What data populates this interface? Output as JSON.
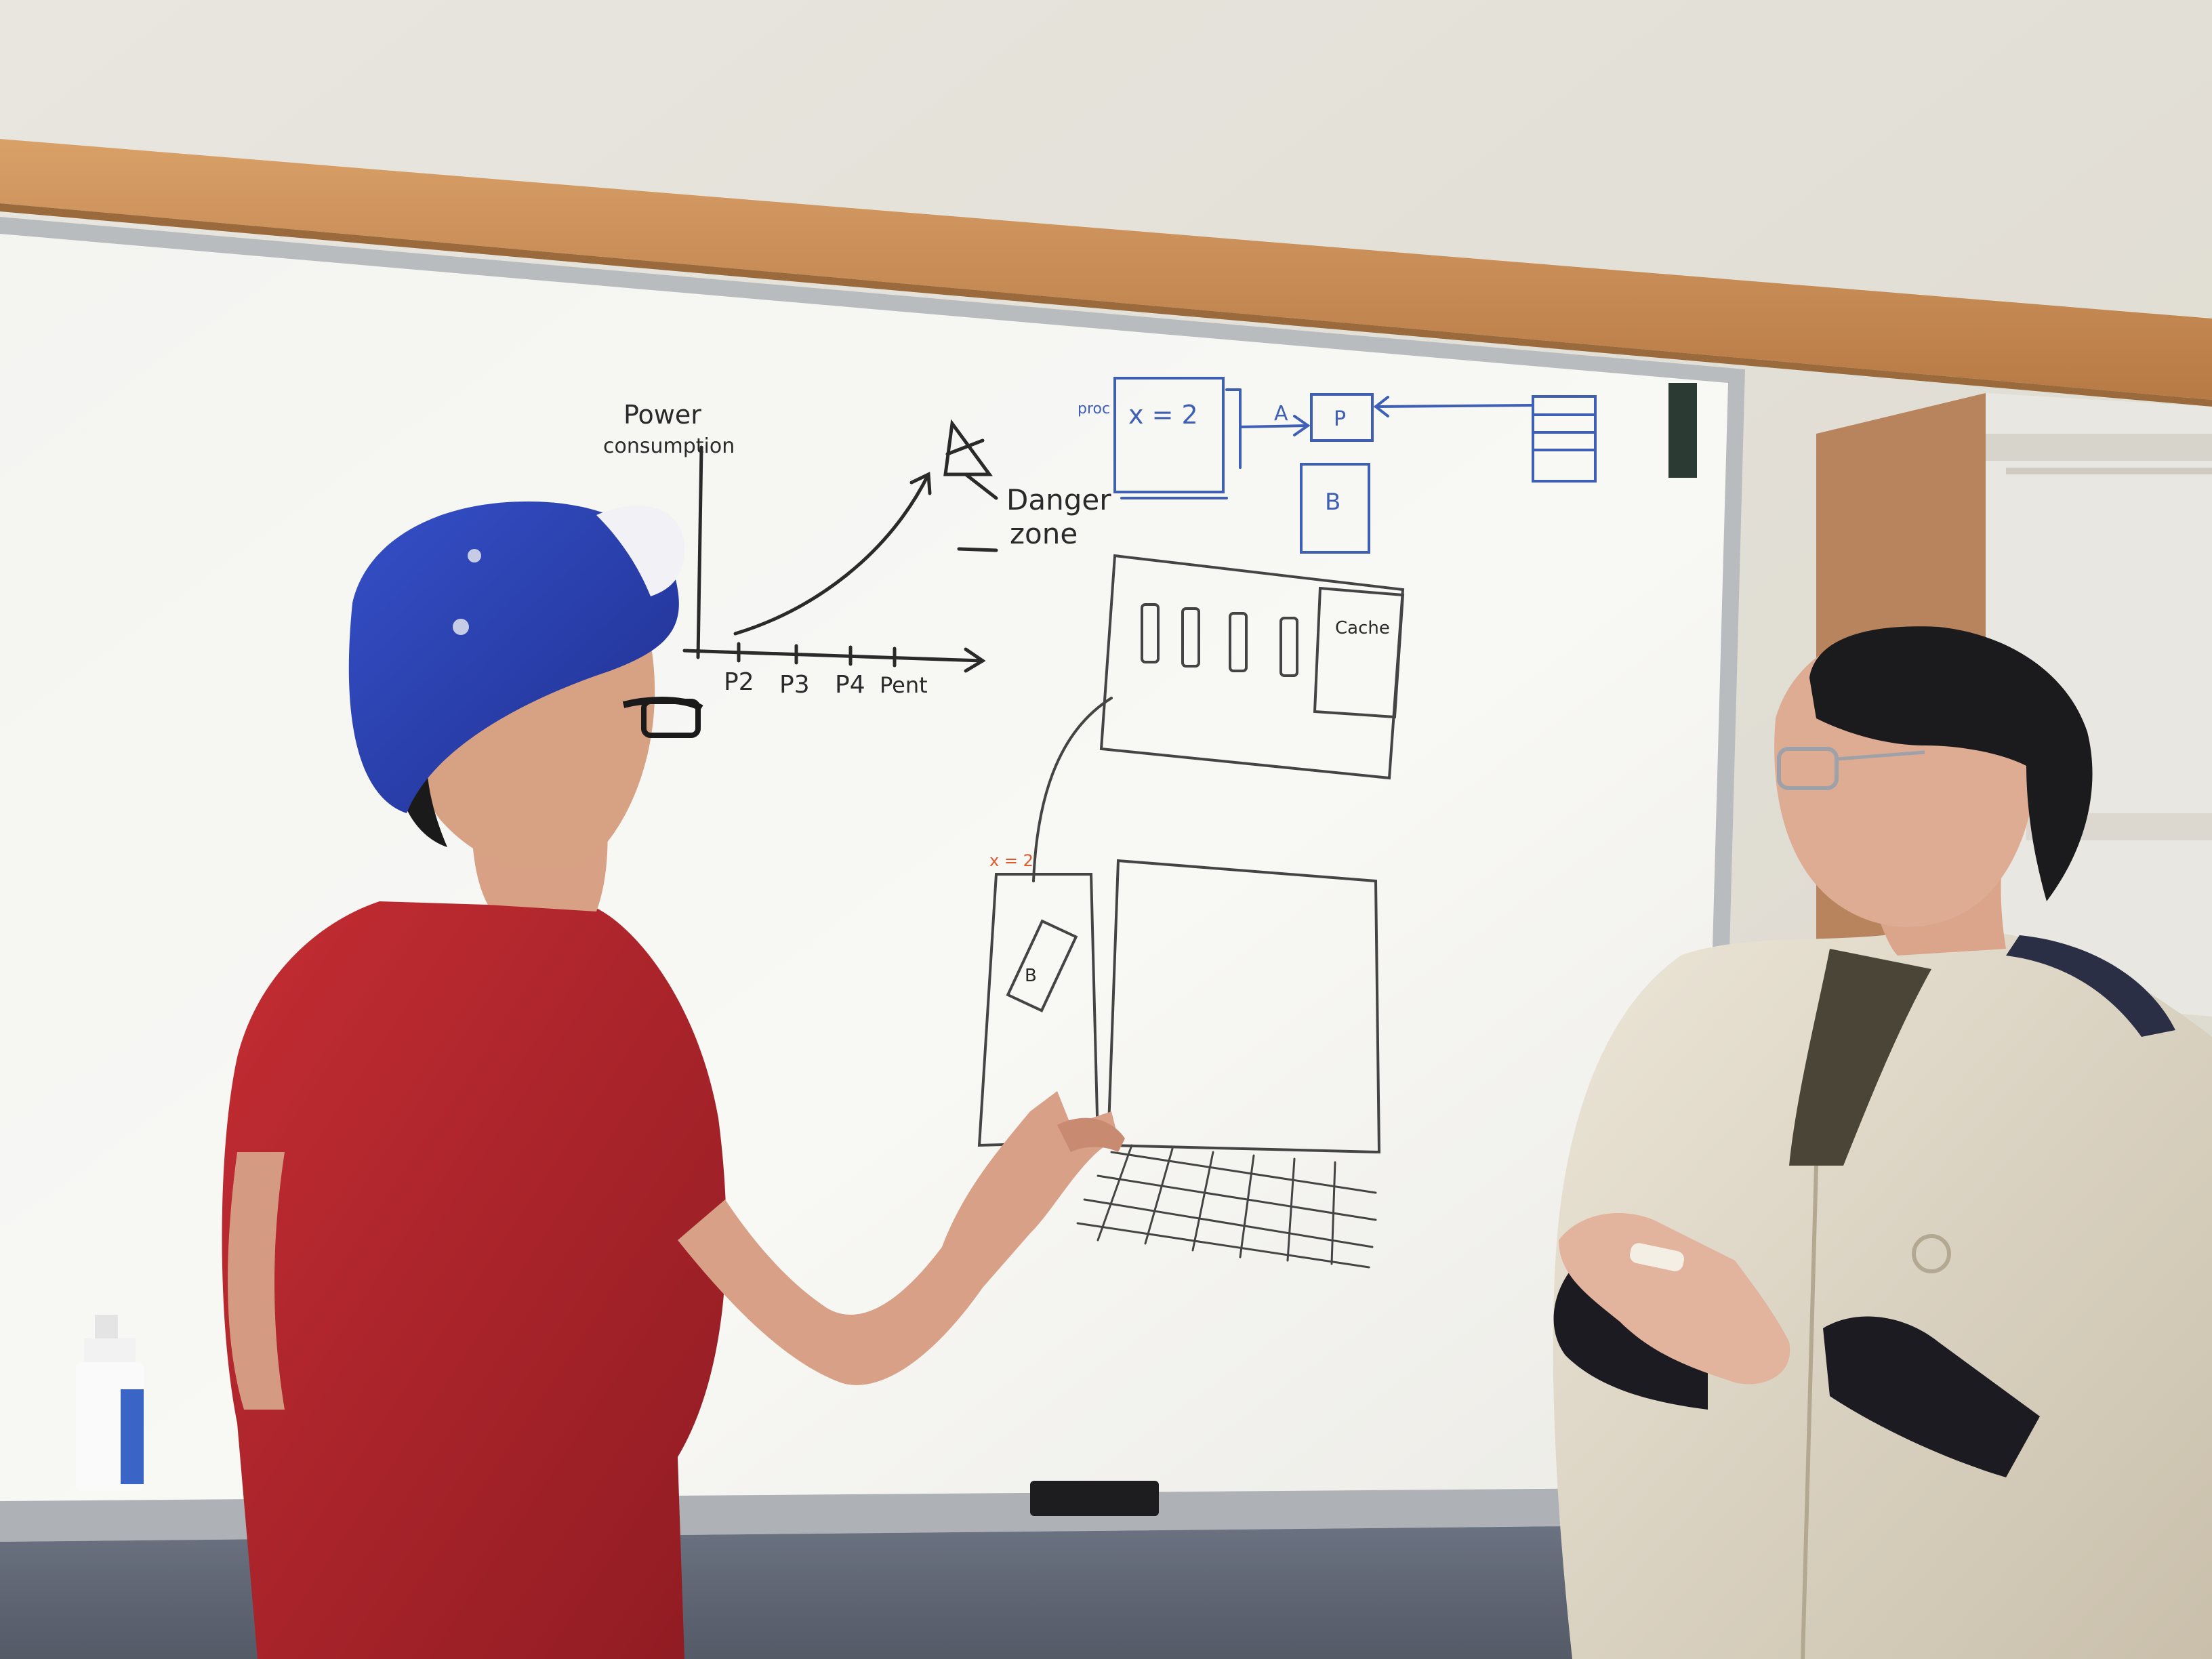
{
  "whiteboard": {
    "graph": {
      "y_axis_label_line1": "Power",
      "y_axis_label_line2": "consumption",
      "x_ticks": [
        "P2",
        "P3",
        "P4",
        "Pent"
      ],
      "annotation_line1": "Danger",
      "annotation_line2": "zone"
    },
    "blue_diagram": {
      "left_label": "proc",
      "box_text": "x = 2",
      "arrow_label": "A",
      "box_p": "P",
      "box_b": "B"
    },
    "chip_sketch": {
      "cache_label": "Cache",
      "orange_label": "x = 2",
      "small_label": "B"
    }
  },
  "colors": {
    "wall": "#e6e3da",
    "wood_trim": "#c98e55",
    "board": "#f7f7f4",
    "marker_black": "#2a2a2a",
    "marker_blue": "#3f5fb5",
    "marker_orange": "#e0592e",
    "red_shirt": "#b3242b",
    "blue_cap": "#2a3fb0",
    "beige_hoodie": "#e4dccb",
    "cabinet": "#b8845e"
  }
}
